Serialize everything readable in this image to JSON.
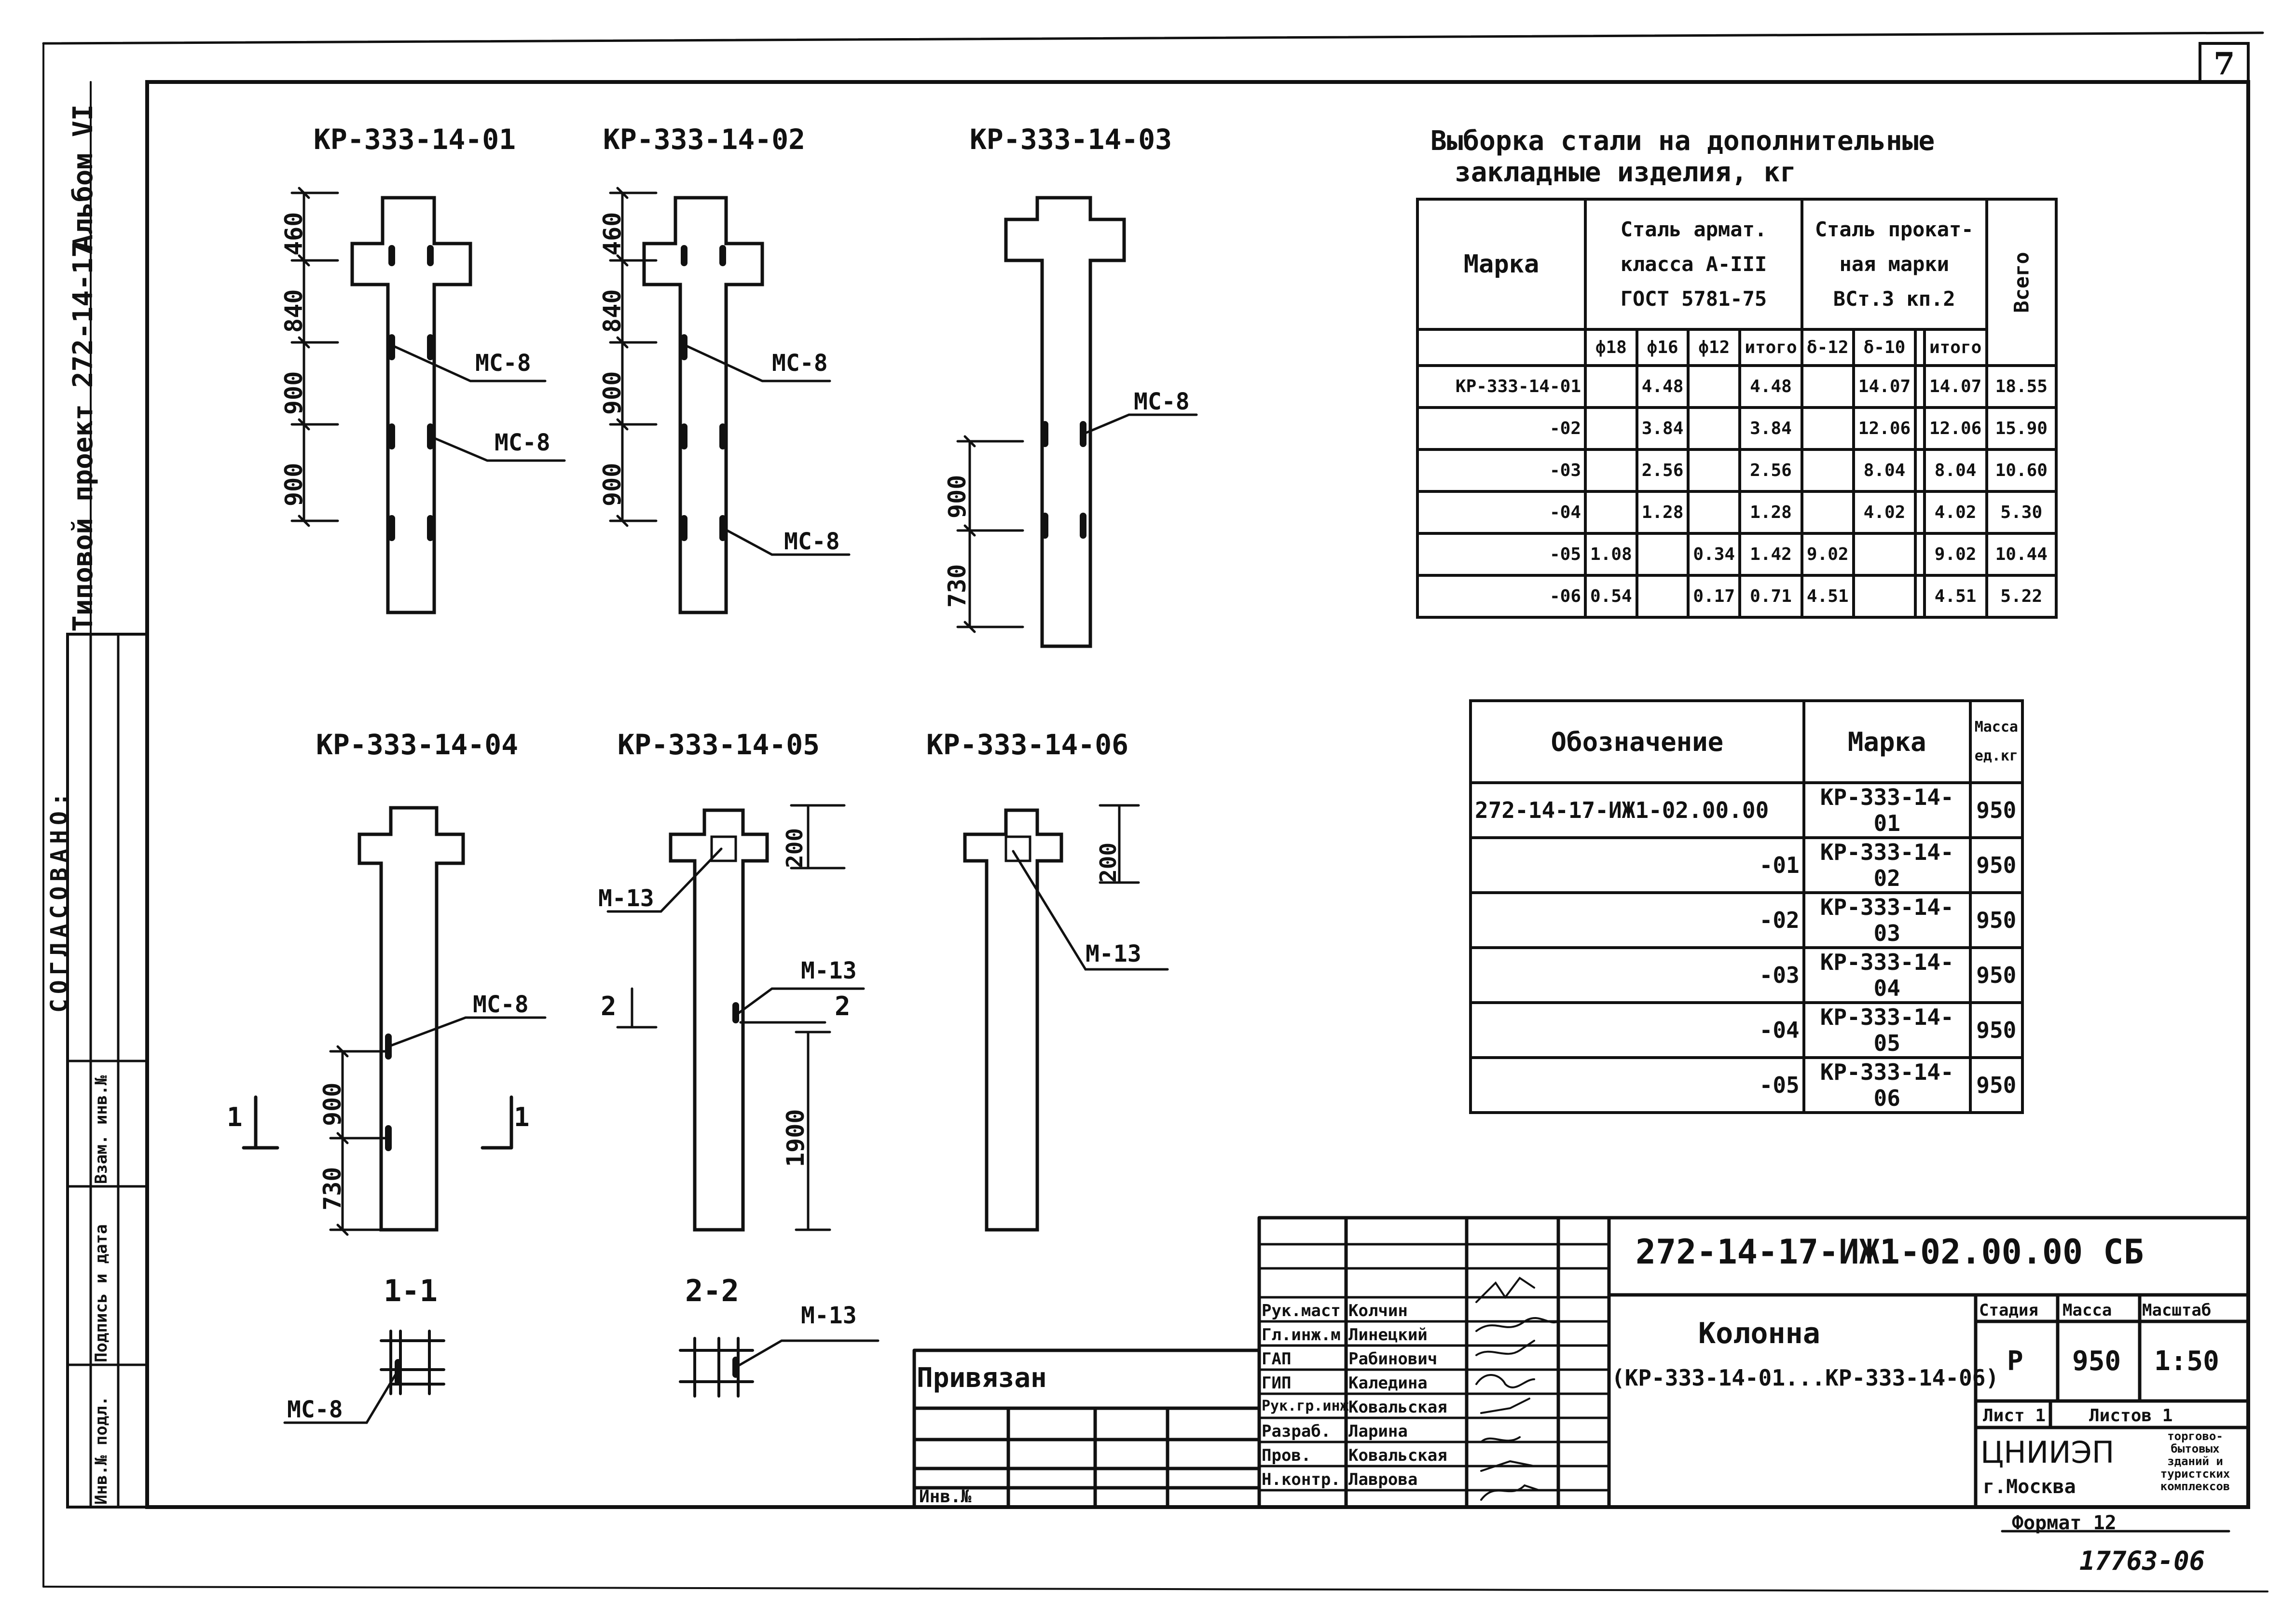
{
  "sheet_number": "7",
  "side_strip": {
    "album": "Альбом VI",
    "project": "Типовой проект 272-14-17",
    "agreed": "СОГЛАСОВАНО:",
    "col_inv": "Инв.№ подл.",
    "col_sign": "Подпись и дата",
    "col_repl": "Взам. инв.№"
  },
  "columns": {
    "c01": "КР-333-14-01",
    "c02": "КР-333-14-02",
    "c03": "КР-333-14-03",
    "c04": "КР-333-14-04",
    "c05": "КР-333-14-05",
    "c06": "КР-333-14-06"
  },
  "dims": {
    "d460": "460",
    "d840": "840",
    "d900": "900",
    "d730": "730",
    "d200": "200",
    "d1900": "1900"
  },
  "parts": {
    "mc8": "МС-8",
    "m13": "М-13"
  },
  "sections": {
    "s1": "1-1",
    "s2": "2-2",
    "n1": "1",
    "n2": "2"
  },
  "steel_table": {
    "title1": "Выборка стали на дополнительные",
    "title2": "закладные изделия, кг",
    "h_mark": "Марка",
    "h_rebar1": "Сталь армат.",
    "h_rebar2": "класса А-III",
    "h_rebar3": "ГОСТ 5781-75",
    "h_roll1": "Сталь прокат-",
    "h_roll2": "ная марки",
    "h_roll3": "ВСт.3 кп.2",
    "h_total": "Всего",
    "sub": [
      "ф18",
      "ф16",
      "ф12",
      "итого",
      "δ-12",
      "δ-10",
      "",
      "итого"
    ],
    "rows": [
      [
        "КР-333-14-01",
        "",
        "4.48",
        "",
        "4.48",
        "",
        "14.07",
        "",
        "14.07",
        "18.55"
      ],
      [
        "-02",
        "",
        "3.84",
        "",
        "3.84",
        "",
        "12.06",
        "",
        "12.06",
        "15.90"
      ],
      [
        "-03",
        "",
        "2.56",
        "",
        "2.56",
        "",
        "8.04",
        "",
        "8.04",
        "10.60"
      ],
      [
        "-04",
        "",
        "1.28",
        "",
        "1.28",
        "",
        "4.02",
        "",
        "4.02",
        "5.30"
      ],
      [
        "-05",
        "1.08",
        "",
        "0.34",
        "1.42",
        "9.02",
        "",
        "",
        "9.02",
        "10.44"
      ],
      [
        "-06",
        "0.54",
        "",
        "0.17",
        "0.71",
        "4.51",
        "",
        "",
        "4.51",
        "5.22"
      ]
    ]
  },
  "spec_table": {
    "h_desig": "Обозначение",
    "h_mark": "Марка",
    "h_mass1": "Масса",
    "h_mass2": "ед.кг",
    "rows": [
      [
        "272-14-17-ИЖ1-02.00.00",
        "КР-333-14-01",
        "950"
      ],
      [
        "-01",
        "КР-333-14-02",
        "950"
      ],
      [
        "-02",
        "КР-333-14-03",
        "950"
      ],
      [
        "-03",
        "КР-333-14-04",
        "950"
      ],
      [
        "-04",
        "КР-333-14-05",
        "950"
      ],
      [
        "-05",
        "КР-333-14-06",
        "950"
      ]
    ]
  },
  "stamp": {
    "code": "272-14-17-ИЖ1-02.00.00 СБ",
    "name1": "Колонна",
    "name2": "(КР-333-14-01...КР-333-14-06)",
    "h_stage": "Стадия",
    "h_mass": "Масса",
    "h_scale": "Масштаб",
    "stage": "Р",
    "mass": "950",
    "scale": "1:50",
    "sheet": "Лист 1",
    "sheets": "Листов 1",
    "org": "ЦНИИЭП",
    "org_desc": "торгово-бытовых зданий и туристских комплексов",
    "city": "г.Москва",
    "format": "Формат 12",
    "archive": "17763-06",
    "tied": "Привязан",
    "inv": "Инв.№",
    "roles": [
      "Рук.маст",
      "Гл.инж.м",
      "ГАП",
      "ГИП",
      "Рук.гр.инж",
      "Разраб.",
      "Пров.",
      "Н.контр."
    ],
    "names": [
      "Колчин",
      "Линецкий",
      "Рабинович",
      "Каледина",
      "Ковальская",
      "Ларина",
      "Ковальская",
      "Лаврова"
    ]
  }
}
